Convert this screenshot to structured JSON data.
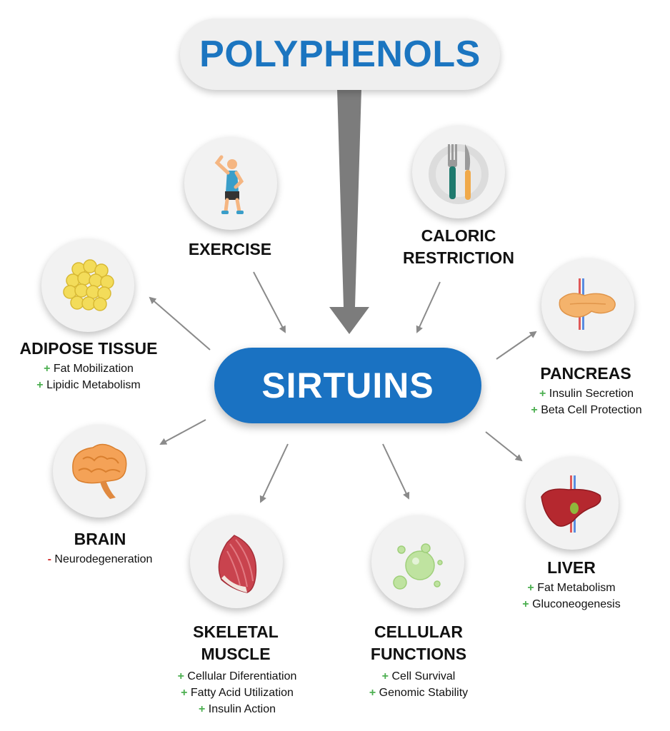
{
  "top_title": "POLYPHENOLS",
  "center_title": "SIRTUINS",
  "exercise": {
    "label": "EXERCISE"
  },
  "caloric": {
    "label1": "CALORIC",
    "label2": "RESTRICTION"
  },
  "adipose": {
    "label": "ADIPOSE TISSUE",
    "items": [
      {
        "sign": "+",
        "text": "Fat Mobilization"
      },
      {
        "sign": "+",
        "text": "Lipidic Metabolism"
      }
    ]
  },
  "pancreas": {
    "label": "PANCREAS",
    "items": [
      {
        "sign": "+",
        "text": "Insulin Secretion"
      },
      {
        "sign": "+",
        "text": "Beta Cell Protection"
      }
    ]
  },
  "brain": {
    "label": "BRAIN",
    "items": [
      {
        "sign": "-",
        "text": "Neurodegeneration"
      }
    ]
  },
  "skeletal": {
    "label1": "SKELETAL",
    "label2": "MUSCLE",
    "items": [
      {
        "sign": "+",
        "text": "Cellular Diferentiation"
      },
      {
        "sign": "+",
        "text": "Fatty Acid Utilization"
      },
      {
        "sign": "+",
        "text": "Insulin Action"
      }
    ]
  },
  "cellular": {
    "label1": "CELLULAR",
    "label2": "FUNCTIONS",
    "items": [
      {
        "sign": "+",
        "text": "Cell Survival"
      },
      {
        "sign": "+",
        "text": "Genomic Stability"
      }
    ]
  },
  "liver": {
    "label": "LIVER",
    "items": [
      {
        "sign": "+",
        "text": "Fat Metabolism"
      },
      {
        "sign": "+",
        "text": "Gluconeogenesis"
      }
    ]
  },
  "icons": {
    "exercise": "stretching-person-icon",
    "caloric": "plate-fork-knife-icon",
    "adipose": "fat-cells-icon",
    "pancreas": "pancreas-icon",
    "brain": "brain-icon",
    "skeletal": "muscle-icon",
    "cellular": "cell-bubbles-icon",
    "liver": "liver-icon"
  },
  "colors": {
    "primary_blue": "#1a72c2",
    "arrow_gray": "#808080",
    "plus_green": "#4caf50",
    "minus_red": "#d32f2f"
  }
}
